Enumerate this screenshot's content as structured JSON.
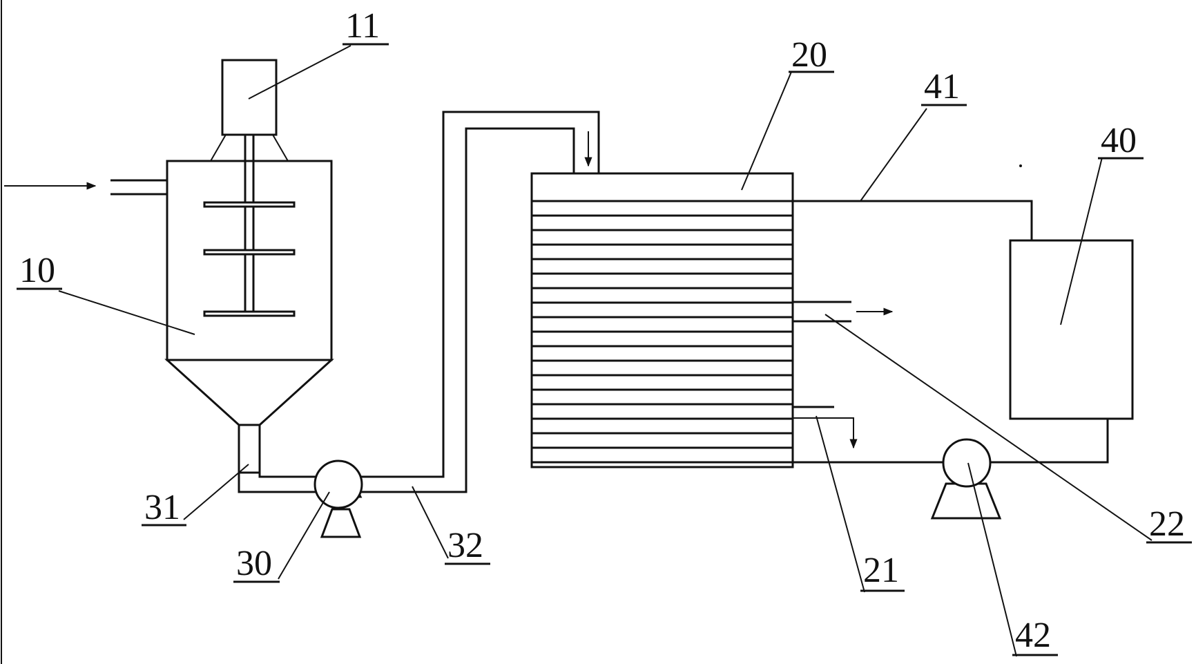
{
  "labels": {
    "l10": "10",
    "l11": "11",
    "l20": "20",
    "l21": "21",
    "l22": "22",
    "l30": "30",
    "l31": "31",
    "l32": "32",
    "l40": "40",
    "l41": "41",
    "l42": "42"
  },
  "colors": {
    "ink": "#111111",
    "background": "#ffffff"
  },
  "icons": [
    "flow-arrow-icon",
    "pump-icon",
    "stirrer-icon"
  ]
}
